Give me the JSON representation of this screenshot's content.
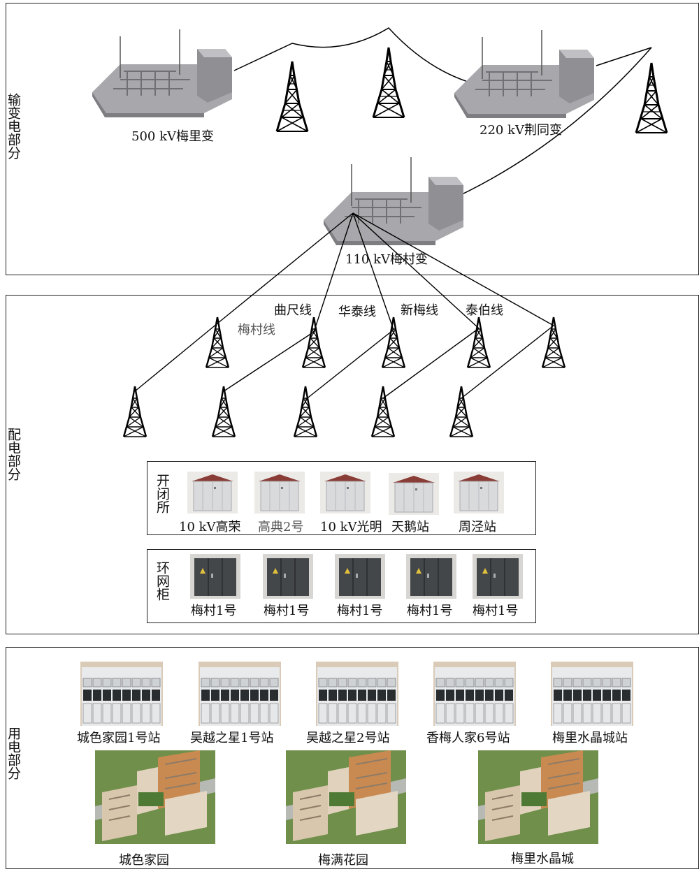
{
  "sections": {
    "transmission": "输变电部分",
    "distribution": "配电部分",
    "consumption": "用电部分"
  },
  "substations": {
    "meili": "500 kV梅里变",
    "jingtong": "220 kV荆同变",
    "meicun": "110 kV梅村变"
  },
  "feeders": [
    "曲尺线",
    "华泰线",
    "新梅线",
    "泰伯线",
    "梅村线"
  ],
  "switch_station": {
    "label": "开闭所",
    "items": [
      "10 kV高荣",
      "高典2号",
      "10 kV光明",
      "天鹅站",
      "周泾站"
    ]
  },
  "ring_main": {
    "label": "环网柜",
    "items": [
      "梅村1号",
      "梅村1号",
      "梅村1号",
      "梅村1号",
      "梅村1号"
    ]
  },
  "user_stations": [
    "城色家园1号站",
    "吴越之星1号站",
    "吴越之星2号站",
    "香梅人家6号站",
    "梅里水晶城站"
  ],
  "communities": [
    "城色家园",
    "梅满花园",
    "梅里水晶城"
  ]
}
